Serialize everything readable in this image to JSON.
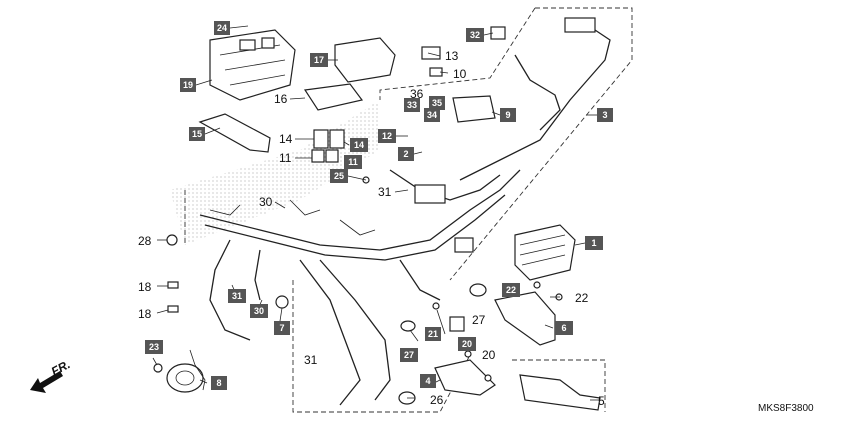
{
  "diagram_code": "MKS8F3800",
  "direction_label": "FR.",
  "boxed_labels": [
    {
      "id": "24",
      "text": "24"
    },
    {
      "id": "19",
      "text": "19"
    },
    {
      "id": "17",
      "text": "17"
    },
    {
      "id": "32",
      "text": "32"
    },
    {
      "id": "15",
      "text": "15"
    },
    {
      "id": "3",
      "text": "3"
    },
    {
      "id": "9",
      "text": "9"
    },
    {
      "id": "33",
      "text": "33"
    },
    {
      "id": "35",
      "text": "35"
    },
    {
      "id": "34",
      "text": "34"
    },
    {
      "id": "12",
      "text": "12"
    },
    {
      "id": "2",
      "text": "2"
    },
    {
      "id": "14b",
      "text": "14"
    },
    {
      "id": "11b",
      "text": "11"
    },
    {
      "id": "25",
      "text": "25"
    },
    {
      "id": "1",
      "text": "1"
    },
    {
      "id": "22b",
      "text": "22"
    },
    {
      "id": "6",
      "text": "6"
    },
    {
      "id": "31b",
      "text": "31"
    },
    {
      "id": "30b",
      "text": "30"
    },
    {
      "id": "7",
      "text": "7"
    },
    {
      "id": "21",
      "text": "21"
    },
    {
      "id": "20b",
      "text": "20"
    },
    {
      "id": "27b",
      "text": "27"
    },
    {
      "id": "4",
      "text": "4"
    },
    {
      "id": "8",
      "text": "8"
    },
    {
      "id": "23",
      "text": "23"
    }
  ],
  "plain_labels": [
    {
      "id": "13",
      "text": "13"
    },
    {
      "id": "10",
      "text": "10"
    },
    {
      "id": "16",
      "text": "16"
    },
    {
      "id": "36",
      "text": "36"
    },
    {
      "id": "14a",
      "text": "14"
    },
    {
      "id": "11a",
      "text": "11"
    },
    {
      "id": "31a",
      "text": "31"
    },
    {
      "id": "30a",
      "text": "30"
    },
    {
      "id": "28",
      "text": "28"
    },
    {
      "id": "18a",
      "text": "18"
    },
    {
      "id": "18b",
      "text": "18"
    },
    {
      "id": "22a",
      "text": "22"
    },
    {
      "id": "27a",
      "text": "27"
    },
    {
      "id": "20a",
      "text": "20"
    },
    {
      "id": "31c",
      "text": "31"
    },
    {
      "id": "26",
      "text": "26"
    },
    {
      "id": "5",
      "text": "5"
    }
  ]
}
